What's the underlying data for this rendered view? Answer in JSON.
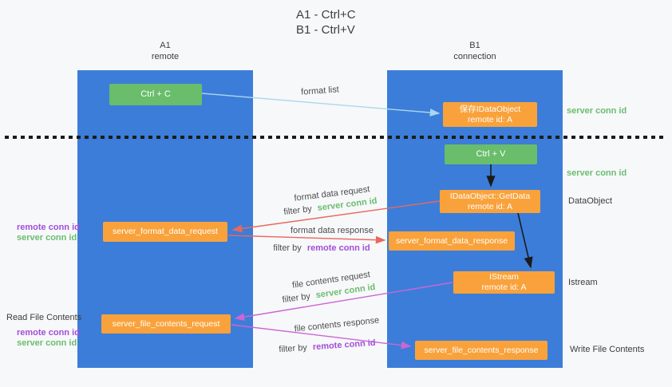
{
  "colors": {
    "background": "#f7f8fa",
    "lane_blue": "#3c7dd9",
    "box_green": "#69bd6b",
    "box_orange": "#f9a23b",
    "arrow_blue": "#a9d7ee",
    "arrow_red": "#e8695c",
    "arrow_magenta": "#cb66d4",
    "arrow_black": "#1b1b1b",
    "text_green": "#6abd6e",
    "text_purple": "#a24fd8"
  },
  "title": {
    "line1": "A1 - Ctrl+C",
    "line2": "B1 - Ctrl+V"
  },
  "lanes": {
    "left": {
      "name": "A1",
      "subtitle": "remote"
    },
    "right": {
      "name": "B1",
      "subtitle": "connection"
    }
  },
  "nodes": {
    "ctrl_c": "Ctrl + C",
    "ctrl_v": "Ctrl + V",
    "save_idataobject": {
      "line1": "保存IDataObject",
      "line2": "remote id: A"
    },
    "getdata": {
      "line1": "IDataObject::GetData",
      "line2": "remote id: A"
    },
    "istream": {
      "line1": "IStream",
      "line2": "remote id: A"
    },
    "format_request": "server_format_data_request",
    "format_response": "server_format_data_response",
    "file_request": "server_file_contents_request",
    "file_response": "server_file_contents_response"
  },
  "arrow_labels": {
    "format_list": "format list",
    "format_data_request": "format data request",
    "format_data_response": "format data response",
    "file_contents_request": "file contents request",
    "file_contents_response": "file contents response",
    "filter_by": "filter by",
    "server_conn_id": "server conn id",
    "remote_conn_id": "remote conn id"
  },
  "side_labels": {
    "server_conn_id": "server conn id",
    "remote_conn_id": "remote conn id",
    "dataobject": "DataObject",
    "istream": "Istream",
    "read_file_contents": "Read File Contents",
    "write_file_contents": "Write File Contents"
  }
}
